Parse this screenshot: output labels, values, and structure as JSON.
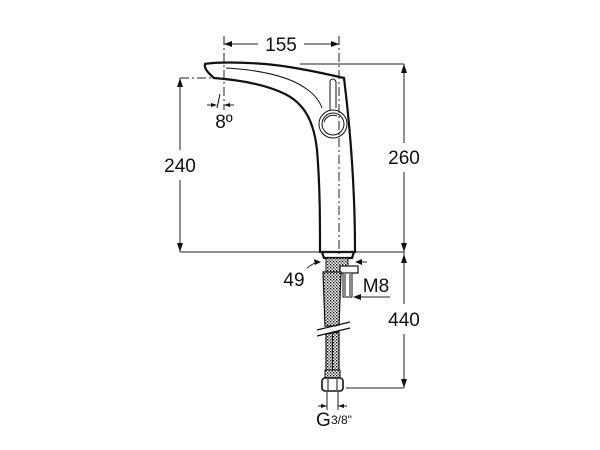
{
  "drawing": {
    "subject": "faucet technical dimension drawing",
    "line_color": "#111111",
    "background": "#ffffff"
  },
  "dimensions": {
    "spout_reach": {
      "label": "155",
      "unit": "mm"
    },
    "spout_angle": {
      "label": "8º",
      "unit": "deg"
    },
    "outlet_height": {
      "label": "240",
      "unit": "mm"
    },
    "total_height": {
      "label": "260",
      "unit": "mm"
    },
    "base_diameter": {
      "label": "49",
      "unit": "mm"
    },
    "stud_thread": {
      "label": "M8"
    },
    "hose_length": {
      "label": "440",
      "unit": "mm"
    },
    "hose_connection": {
      "label_main": "G",
      "label_fraction": "3/8\""
    }
  }
}
